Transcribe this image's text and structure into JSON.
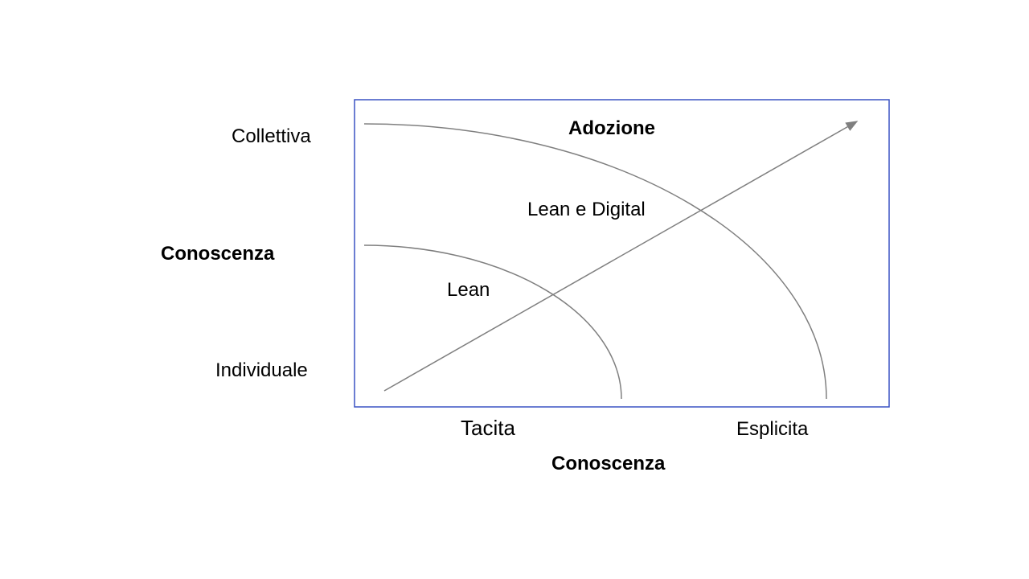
{
  "y_axis": {
    "title": "Conoscenza",
    "top_label": "Collettiva",
    "bottom_label": "Individuale"
  },
  "x_axis": {
    "title": "Conoscenza",
    "left_label": "Tacita",
    "right_label": "Esplicita"
  },
  "arrow_label": "Adozione",
  "regions": {
    "inner": "Lean",
    "outer": "Lean e Digital"
  },
  "colors": {
    "frame": "#3a52c4",
    "curves": "#7f7f7f"
  }
}
